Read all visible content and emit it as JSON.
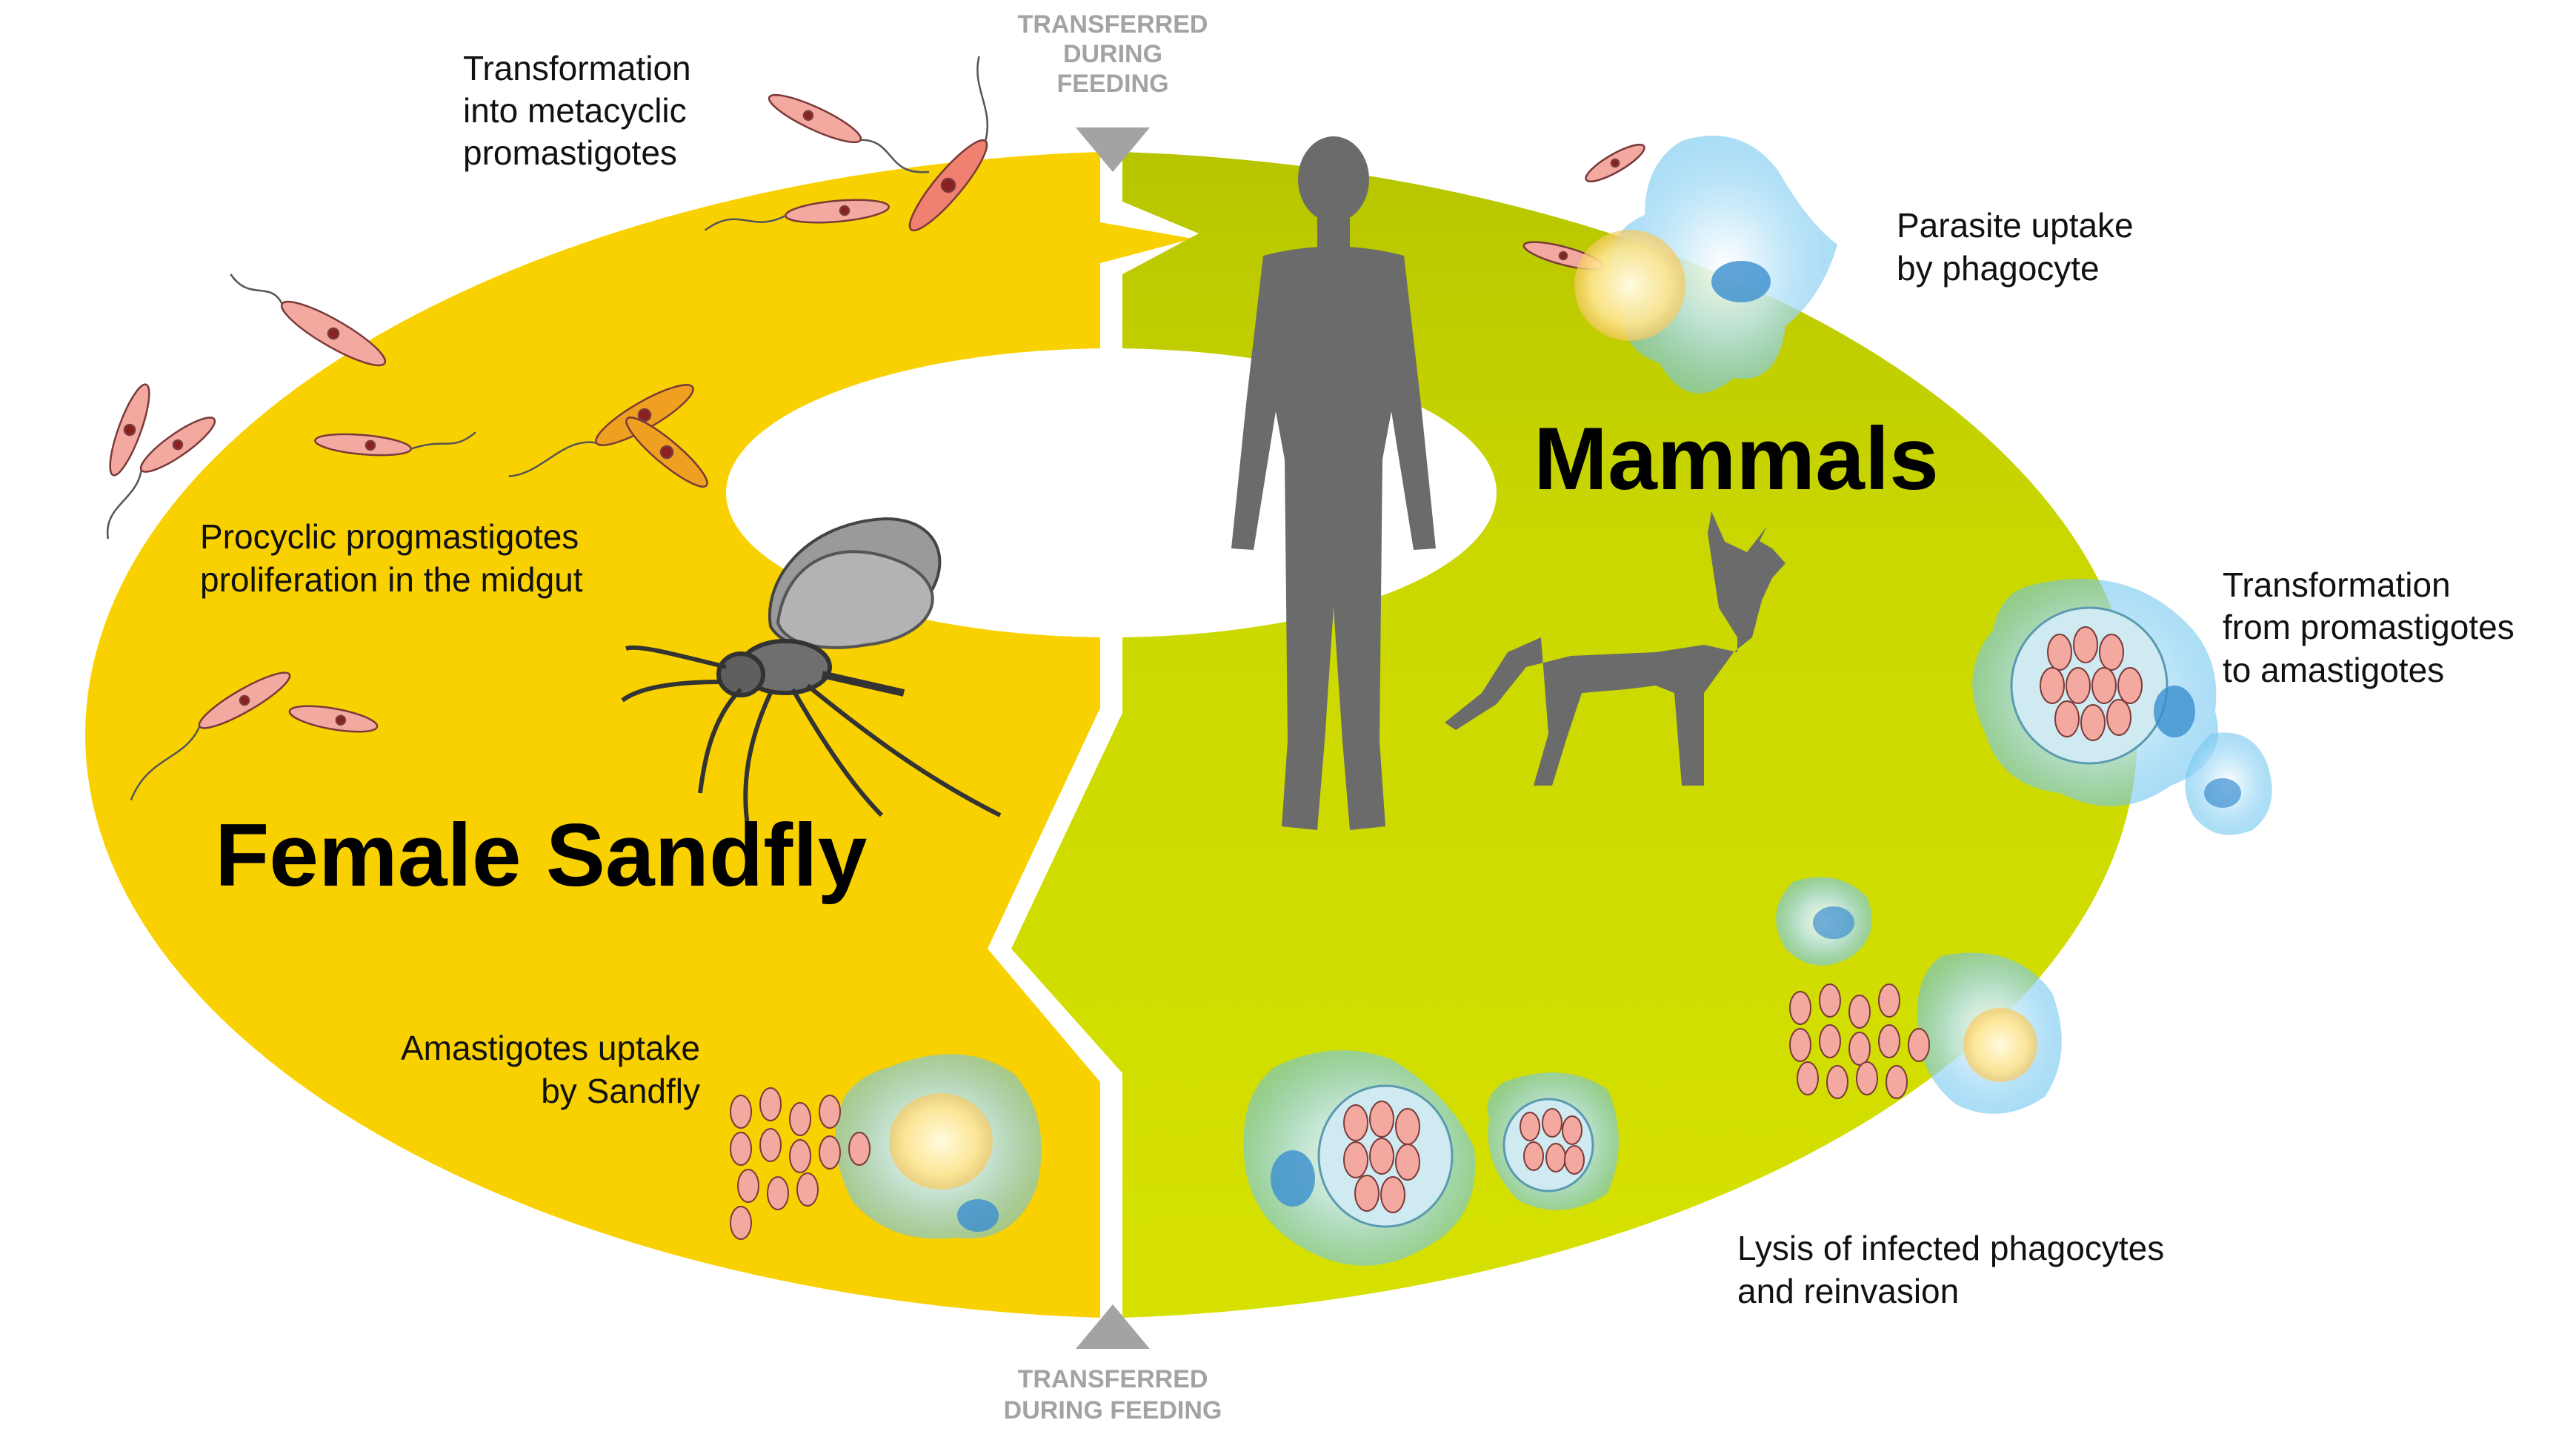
{
  "transfer_labels": {
    "top": [
      "TRANSFERRED",
      "DURING",
      "FEEDING"
    ],
    "bottom": [
      "TRANSFERRED",
      "DURING FEEDING"
    ]
  },
  "hosts": {
    "sandfly_title": "Female Sandfly",
    "mammals_title": "Mammals"
  },
  "stages": {
    "metacyclic": [
      "Transformation",
      "into metacyclic",
      "promastigotes"
    ],
    "procyclic": [
      "Procyclic progmastigotes",
      "proliferation in the midgut"
    ],
    "amastigote_uptake": [
      "Amastigotes uptake",
      "by Sandfly"
    ],
    "phagocyte_uptake": [
      "Parasite uptake",
      "by phagocyte"
    ],
    "transformation_amast": [
      "Transformation",
      "from promastigotes",
      "to amastigotes"
    ],
    "lysis": [
      "Lysis of infected phagocytes",
      "and reinvasion"
    ]
  },
  "colors": {
    "sandfly_ring": "#f9d100",
    "mammal_ring": "#cbd900",
    "mammal_ring_dark": "#b4c400",
    "silhouette": "#6b6b6b",
    "arrow": "#a3a3a3",
    "cell": "#8fd3f4",
    "nucleus": "#3a8fd0",
    "parasite": "#f3a9a0",
    "parasite_orange": "#f0a020"
  }
}
